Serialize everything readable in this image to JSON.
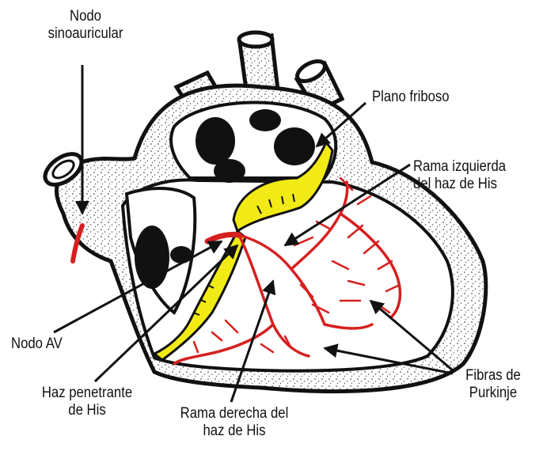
{
  "labels": {
    "sa_node": [
      "Nodo",
      "sinoauricular"
    ],
    "fibrous_plane": [
      "Plano friboso"
    ],
    "left_bundle_branch": [
      "Rama izquierda",
      "del haz de His"
    ],
    "av_node": [
      "Nodo AV"
    ],
    "penetrating_bundle": [
      "Haz penetrante",
      "de His"
    ],
    "right_bundle_branch": [
      "Rama derecha del",
      "haz de His"
    ],
    "purkinje_fibers": [
      "Fibras de",
      "Purkinje"
    ]
  },
  "colors": {
    "conduction": "#d62020",
    "fibrous": "#f2ea14",
    "outline": "#111111",
    "stipple": "#555555"
  }
}
